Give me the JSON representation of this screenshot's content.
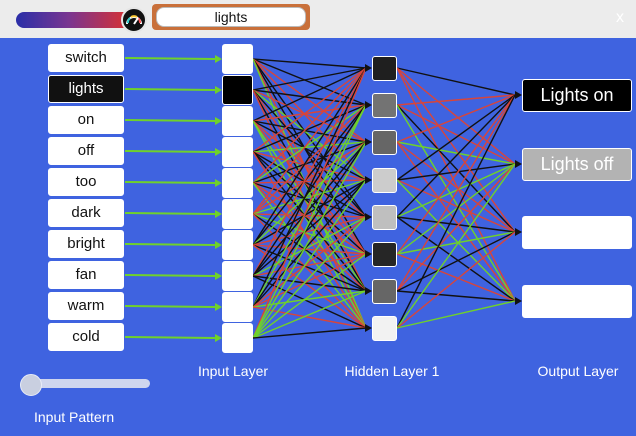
{
  "toolbar": {
    "input_value": "lights",
    "close_label": "x",
    "speed_icon": "speedometer-icon"
  },
  "colors": {
    "background": "#3f63e0",
    "wire_positive": "#6fd12b",
    "wire_negative": "#d8453a",
    "wire_neutral": "#111111",
    "active": "#111111",
    "inactive": "#ffffff"
  },
  "input_words": [
    {
      "label": "switch",
      "active": false
    },
    {
      "label": "lights",
      "active": true
    },
    {
      "label": "on",
      "active": false
    },
    {
      "label": "off",
      "active": false
    },
    {
      "label": "too",
      "active": false
    },
    {
      "label": "dark",
      "active": false
    },
    {
      "label": "bright",
      "active": false
    },
    {
      "label": "fan",
      "active": false
    },
    {
      "label": "warm",
      "active": false
    },
    {
      "label": "cold",
      "active": false
    }
  ],
  "input_layer": {
    "label": "Input Layer",
    "activations": [
      0,
      1,
      0,
      0,
      0,
      0,
      0,
      0,
      0,
      0
    ]
  },
  "hidden_layer": {
    "label": "Hidden Layer 1",
    "activations": [
      0.88,
      0.55,
      0.6,
      0.2,
      0.25,
      0.85,
      0.6,
      0.05
    ]
  },
  "output_layer": {
    "label": "Output Layer",
    "nodes": [
      {
        "label": "Lights on",
        "activation": 1.0
      },
      {
        "label": "Lights off",
        "activation": 0.3
      },
      {
        "label": "",
        "activation": 0.0
      },
      {
        "label": "",
        "activation": 0.0
      }
    ]
  },
  "pattern": {
    "label": "Input Pattern",
    "value": 0
  }
}
